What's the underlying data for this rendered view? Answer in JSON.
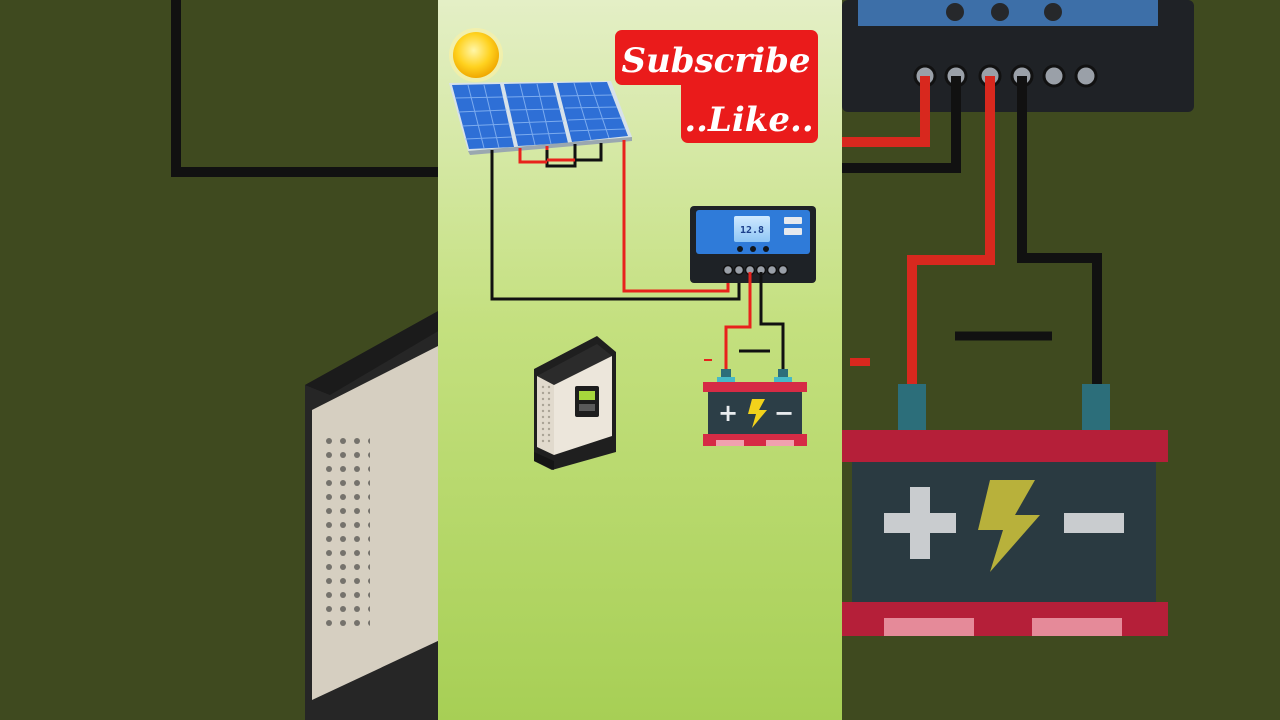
{
  "banner": {
    "line1": "Subscribe",
    "line2": "..Like..",
    "color": "#ea1b1b"
  },
  "controller": {
    "display_value": "12.8"
  },
  "battery": {
    "plus_symbol": "+",
    "minus_symbol": "−",
    "body_color": "#2c3e47",
    "cap_color": "#d62b45"
  },
  "wires": {
    "positive_color": "#e8221c",
    "negative_color": "#111111"
  },
  "panel": {
    "cell_color": "#2e6fd6"
  },
  "icons": {
    "sun": "sun-icon",
    "solar_panel": "solar-panel-icon",
    "charge_controller": "charge-controller-icon",
    "battery": "battery-icon",
    "inverter": "inverter-icon",
    "lightning": "lightning-bolt-icon"
  }
}
